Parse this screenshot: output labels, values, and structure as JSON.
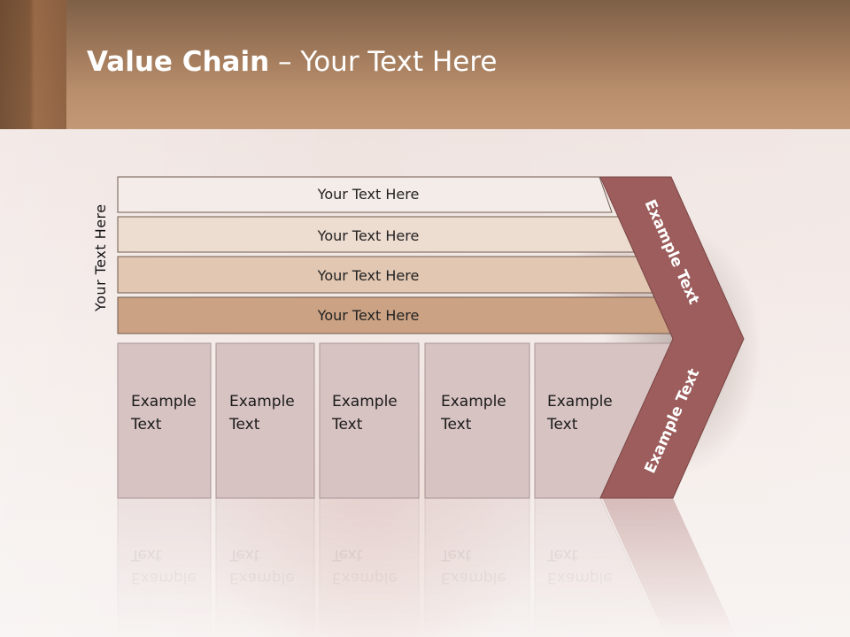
{
  "title": {
    "bold": "Value Chain",
    "rest": " – Your Text Here"
  },
  "side_label": "Your Text Here",
  "bars": [
    {
      "label": "Your Text Here",
      "fill": "#f4ece8"
    },
    {
      "label": "Your Text Here",
      "fill": "#eddcd0"
    },
    {
      "label": "Your Text Here",
      "fill": "#e2c7b2"
    },
    {
      "label": "Your Text Here",
      "fill": "#cba283"
    }
  ],
  "columns": [
    {
      "line1": "Example",
      "line2": "Text"
    },
    {
      "line1": "Example",
      "line2": "Text"
    },
    {
      "line1": "Example",
      "line2": "Text"
    },
    {
      "line1": "Example",
      "line2": "Text"
    },
    {
      "line1": "Example",
      "line2": "Text"
    }
  ],
  "chevron": {
    "upper": "Example Text",
    "lower": "Example Text",
    "fill": "#9c5d5c"
  },
  "colors": {
    "column_fill": "#d8c3c3",
    "column_stroke": "#a79494",
    "bar_stroke": "#6f5a4e"
  }
}
